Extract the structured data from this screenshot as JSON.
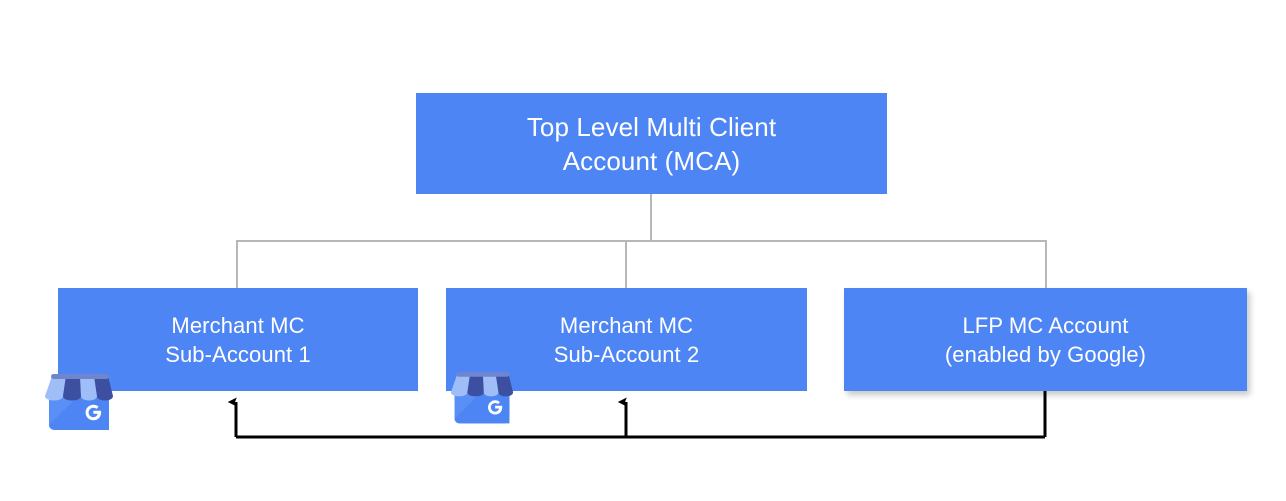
{
  "diagram": {
    "title": "Google Merchant Center account hierarchy with Local Feeds Partnership",
    "colors": {
      "node_fill": "#4d85f5",
      "node_text": "#ffffff",
      "tree_line": "#b7b7b7",
      "feedback_line": "#000000",
      "background": "#ffffff"
    },
    "nodes": [
      {
        "id": "mca",
        "label": "Top Level Multi Client\nAccount (MCA)",
        "level": "root"
      },
      {
        "id": "sub1",
        "label": "Merchant MC\nSub-Account 1",
        "level": "child",
        "icon": "google-business-profile-icon"
      },
      {
        "id": "sub2",
        "label": "Merchant MC\nSub-Account 2",
        "level": "child",
        "icon": "google-business-profile-icon"
      },
      {
        "id": "lfp",
        "label": "LFP MC Account\n(enabled by Google)",
        "level": "child"
      }
    ],
    "connectors": [
      {
        "id": "mca-to-sub1",
        "from": "mca",
        "to": "sub1",
        "style": "gray-elbow",
        "arrow": false
      },
      {
        "id": "mca-to-sub2",
        "from": "mca",
        "to": "sub2",
        "style": "gray-elbow",
        "arrow": false
      },
      {
        "id": "mca-to-lfp",
        "from": "mca",
        "to": "lfp",
        "style": "gray-elbow",
        "arrow": false
      },
      {
        "id": "lfp-to-sub1",
        "from": "lfp",
        "to": "sub1",
        "style": "black-elbow",
        "arrow": true
      },
      {
        "id": "lfp-to-sub2",
        "from": "lfp",
        "to": "sub2",
        "style": "black-elbow",
        "arrow": true
      }
    ],
    "icon_names": {
      "gmb_1": "google-business-profile-icon",
      "gmb_2": "google-business-profile-icon"
    }
  }
}
